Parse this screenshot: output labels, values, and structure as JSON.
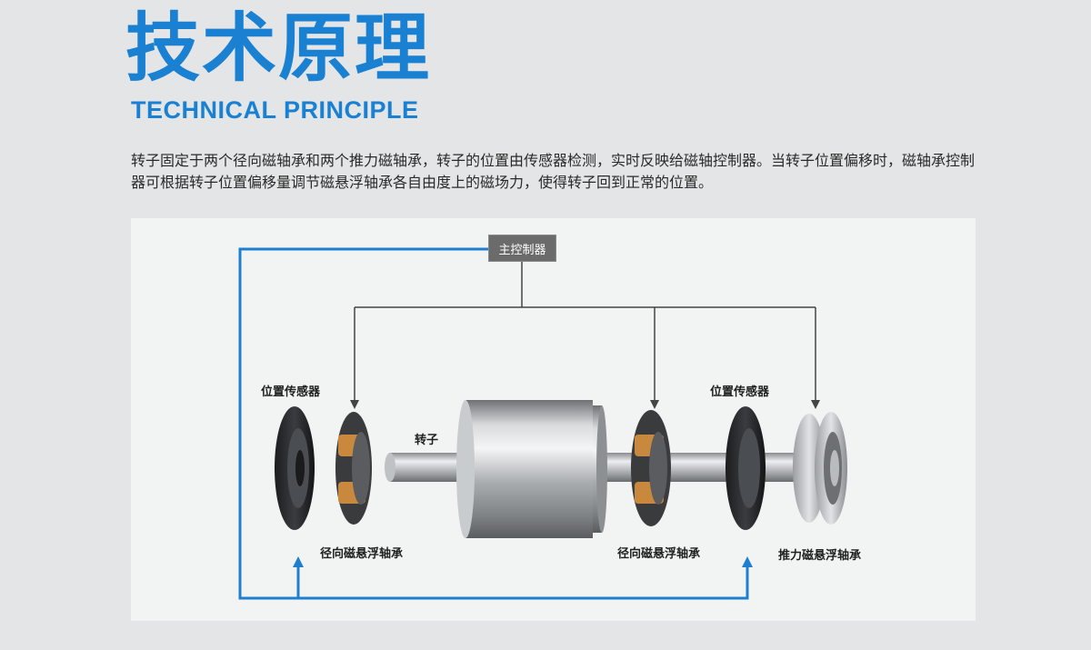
{
  "header": {
    "title_cn": "技术原理",
    "title_en": "TECHNICAL PRINCIPLE"
  },
  "description": "转子固定于两个径向磁轴承和两个推力磁轴承，转子的位置由传感器检测，实时反映给磁轴控制器。当转子位置偏移时，磁轴承控制器可根据转子位置偏移量调节磁悬浮轴承各自由度上的磁场力，使得转子回到正常的位置。",
  "diagram": {
    "controller": "主控制器",
    "sensor_left": "位置传感器",
    "sensor_right": "位置传感器",
    "rotor": "转子",
    "radial_bearing_left": "径向磁悬浮轴承",
    "radial_bearing_right": "径向磁悬浮轴承",
    "thrust_bearing": "推力磁悬浮轴承",
    "colors": {
      "feedback_line": "#1e7fcf",
      "control_line": "#444444",
      "controller_box": "#6b6b6b"
    }
  }
}
